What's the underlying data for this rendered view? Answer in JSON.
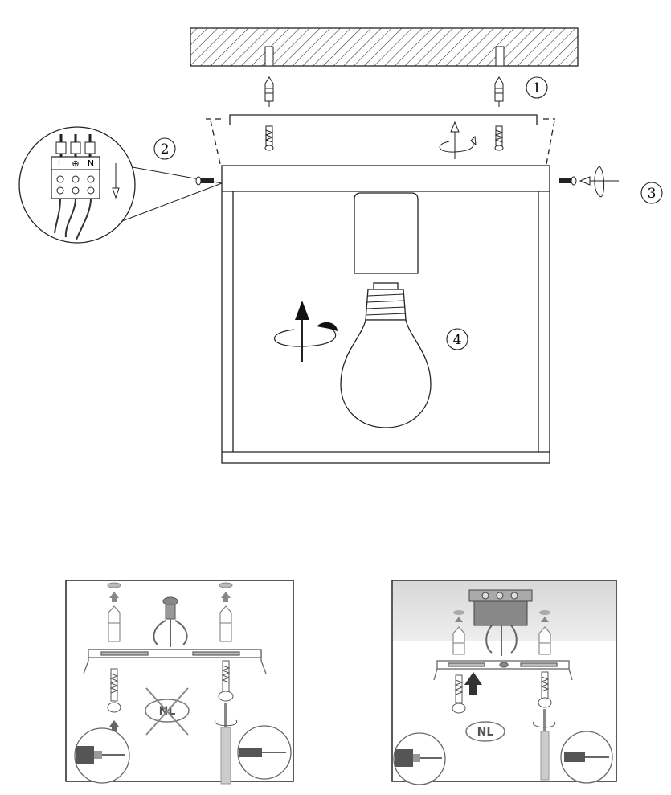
{
  "steps": [
    "1",
    "2",
    "3",
    "4"
  ],
  "terminal_labels": [
    "L",
    "⊕",
    "N"
  ],
  "panel_left": {
    "badge": "NL",
    "badge_crossed": true
  },
  "panel_right": {
    "badge": "NL",
    "badge_crossed": false
  },
  "icons": [
    "screw-icon",
    "wall-plug-icon",
    "rotate-arrow-icon",
    "drill-icon",
    "screwdriver-icon",
    "light-bulb-icon"
  ]
}
